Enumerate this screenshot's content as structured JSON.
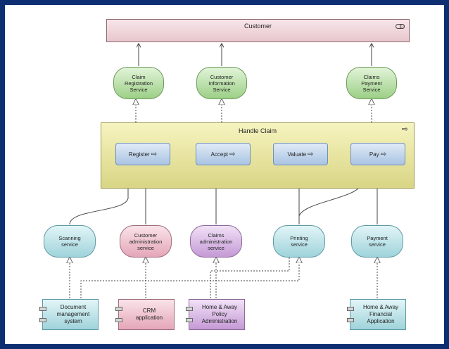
{
  "customer": {
    "label": "Customer"
  },
  "business_services": [
    {
      "label": "Claim\nRegistration\nService"
    },
    {
      "label": "Customer\nInformation\nService"
    },
    {
      "label": "Claims\nPayment\nService"
    }
  ],
  "process": {
    "label": "Handle Claim",
    "steps": [
      {
        "label": "Register"
      },
      {
        "label": "Accept"
      },
      {
        "label": "Valuate"
      },
      {
        "label": "Pay"
      }
    ]
  },
  "app_services": [
    {
      "label": "Scanning\nservice"
    },
    {
      "label": "Customer\nadministration\nservice"
    },
    {
      "label": "Claims\nadministration\nservice"
    },
    {
      "label": "Printing\nservice"
    },
    {
      "label": "Payment\nservice"
    }
  ],
  "components": [
    {
      "label": "Document\nmanagement\nsystem"
    },
    {
      "label": "CRM\napplication"
    },
    {
      "label": "Home & Away\nPolicy\nAdministration"
    },
    {
      "label": "Home & Away\nFinancial\nApplication"
    }
  ],
  "colors": {
    "frame": "#0d2f72",
    "business_service": "#9ccf86",
    "process": "#d9d585",
    "step": "#a9c3e2",
    "app_service_teal": "#9fd3db",
    "app_service_pink": "#e4a6b8",
    "app_service_purple": "#c59ad6"
  },
  "icons": [
    "role-icon",
    "process-arrow-icon",
    "component-icon"
  ]
}
